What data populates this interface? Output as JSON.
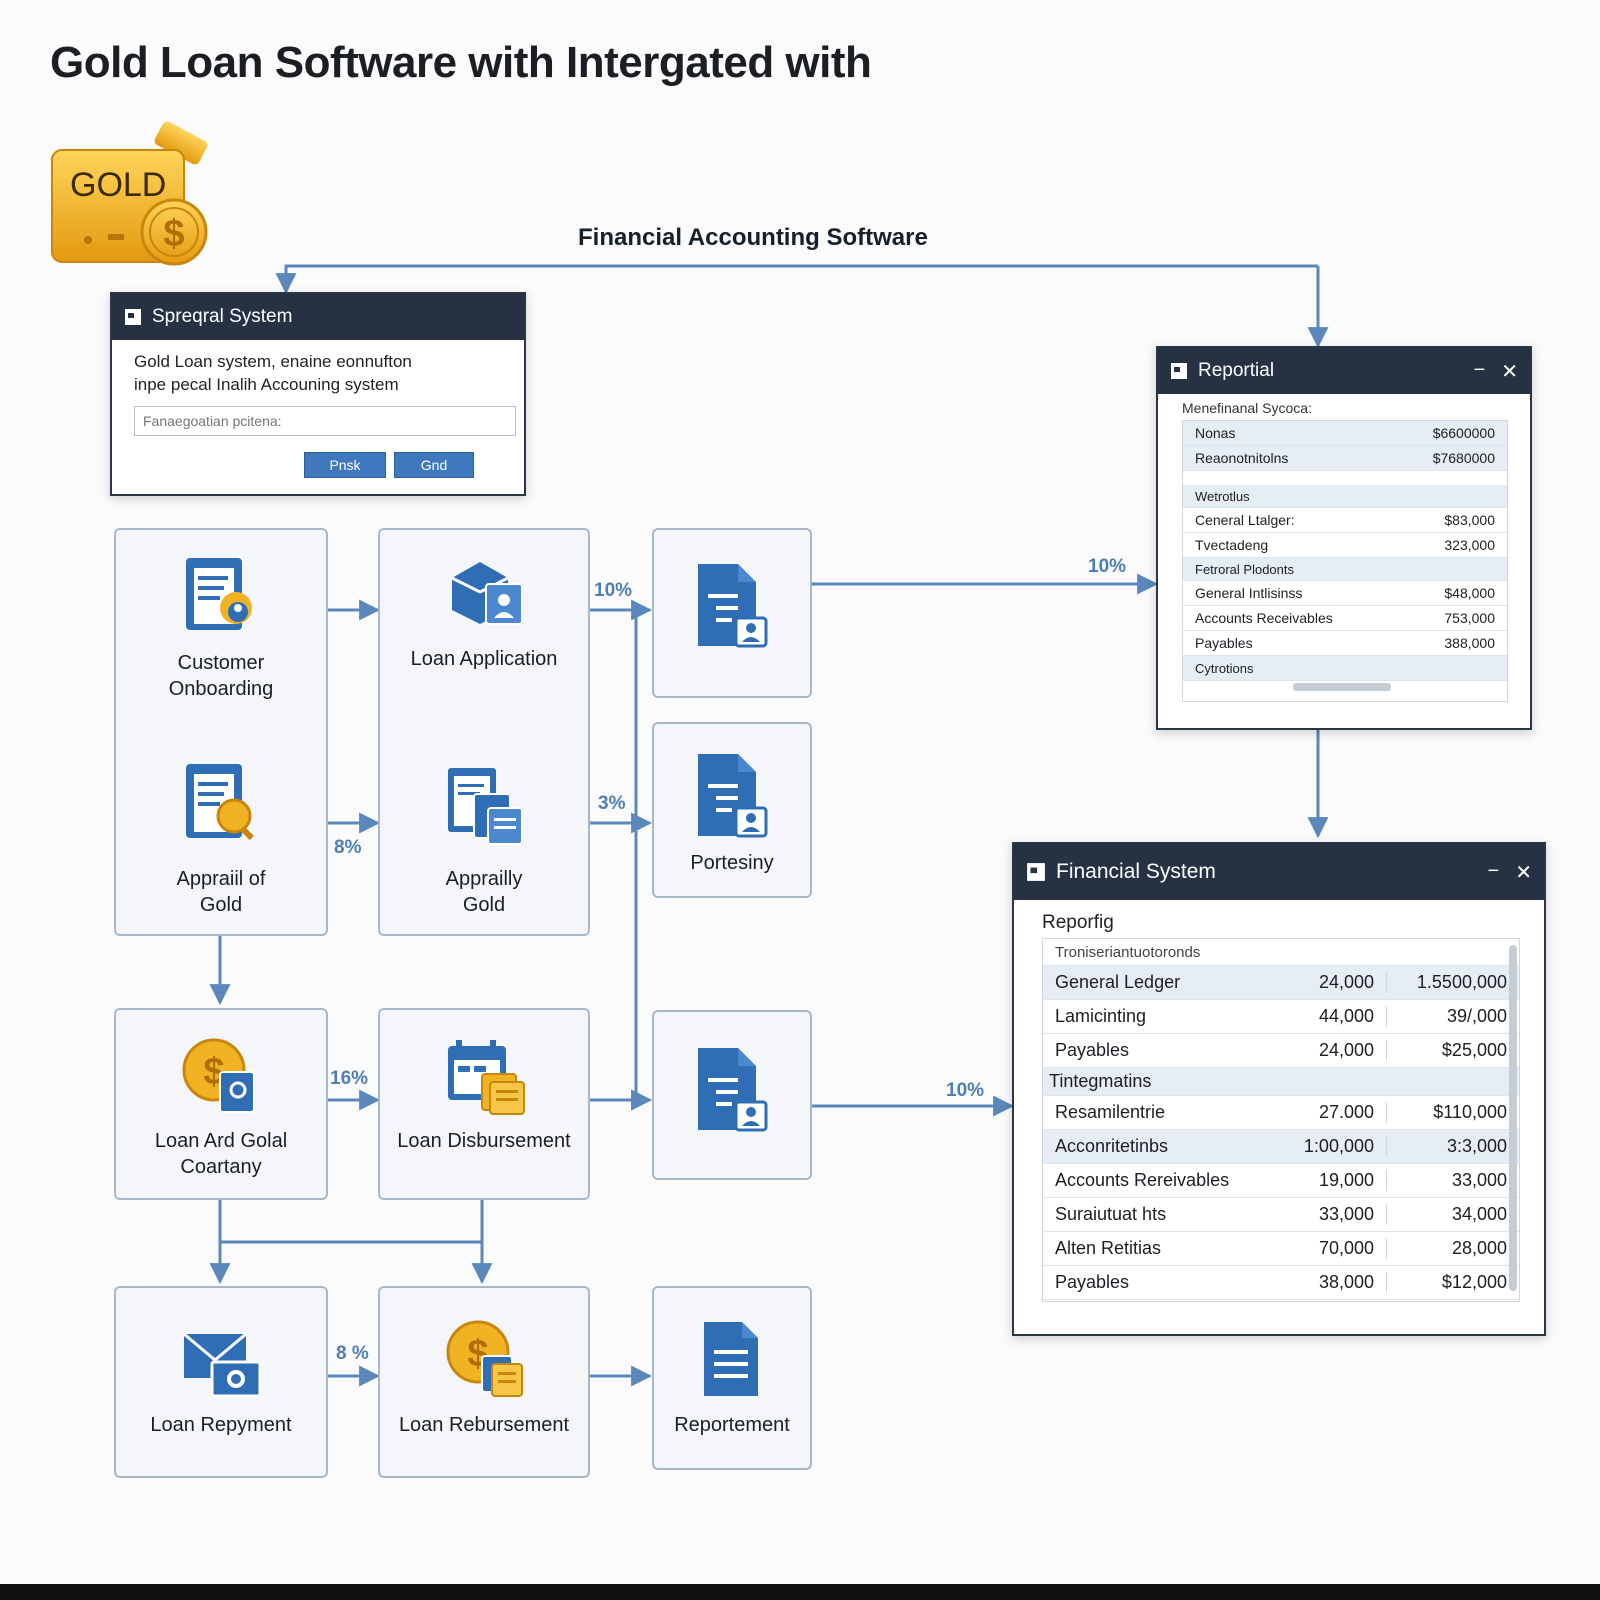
{
  "title": "Gold Loan Software with Intergated with",
  "logo": {
    "text": "GOLD",
    "icon": "gold-bar-dollar-icon"
  },
  "top_label": "Financial Accounting Software",
  "spectral_window": {
    "title": "Spreqral System",
    "desc_line1": "Gold Loan system, enaine eonnufton",
    "desc_line2": "inpe pecal Inalih Accouning system",
    "input_placeholder": "Fanaegoatian pcitena:",
    "btn_primary": "Pnsk",
    "btn_secondary": "Gnd"
  },
  "reporting_window": {
    "title": "Reportial",
    "subtitle": "Menefinanal Sycoca:",
    "rows": [
      {
        "label": "Nonas",
        "value": "$6600000"
      },
      {
        "label": "Reaonotnitolns",
        "value": "$7680000"
      },
      {
        "label": "Wetrotlus",
        "value": ""
      },
      {
        "label": "Ceneral Ltalger:",
        "value": "$83,000"
      },
      {
        "label": "Tvectadeng",
        "value": "323,000"
      },
      {
        "label": "Fetroral Plodonts",
        "value": ""
      },
      {
        "label": "General Intlisinss",
        "value": "$48,000"
      },
      {
        "label": "Accounts Receivables",
        "value": "753,000"
      },
      {
        "label": "Payables",
        "value": "388,000"
      },
      {
        "label": "Cytrotions",
        "value": ""
      }
    ]
  },
  "financial_window": {
    "title": "Financial System",
    "section": "Reporfig",
    "header": "Troniseriantuotoronds",
    "rows": [
      {
        "label": "General Ledger",
        "v1": "24,000",
        "v2": "1.5500,000"
      },
      {
        "label": "Lamicinting",
        "v1": "44,000",
        "v2": "39/,000"
      },
      {
        "label": "Payables",
        "v1": "24,000",
        "v2": "$25,000"
      },
      {
        "label": "Tintegmatins",
        "v1": "",
        "v2": ""
      },
      {
        "label": "Resamilentrie",
        "v1": "27.000",
        "v2": "$110,000"
      },
      {
        "label": "Acconritetinbs",
        "v1": "1:00,000",
        "v2": "3:3,000"
      },
      {
        "label": "Accounts Rereivables",
        "v1": "19,000",
        "v2": "33,000"
      },
      {
        "label": "Suraiutuat hts",
        "v1": "33,000",
        "v2": "34,000"
      },
      {
        "label": "Alten Retitias",
        "v1": "70,000",
        "v2": "28,000"
      },
      {
        "label": "Payables",
        "v1": "38,000",
        "v2": "$12,000"
      }
    ]
  },
  "nodes": {
    "customer_onboarding": "Customer\nOnboarding",
    "appraisal_of_gold": "Appraiil of\nGold",
    "loan_application": "Loan Application",
    "appraisal_gold": "Apprailly\nGold",
    "doc_top": "",
    "portesiny": "Portesiny",
    "doc_mid": "",
    "loan_and_gold_company": "Loan Ard Golal\nCoartany",
    "loan_disbursement": "Loan Disbursement",
    "loan_repayment": "Loan Repyment",
    "loan_reimbursement": "Loan Rebursement",
    "reportement": "Reportement"
  },
  "percents": {
    "p1": "10%",
    "p2": "3%",
    "p3": "8%",
    "p4": "10%",
    "p5": "16%",
    "p6": "10%",
    "p7": "8 %"
  },
  "colors": {
    "accent": "#4d7eb4",
    "titlebar": "#263243",
    "gold": "#f0b323",
    "icon_blue": "#2f6db4"
  }
}
